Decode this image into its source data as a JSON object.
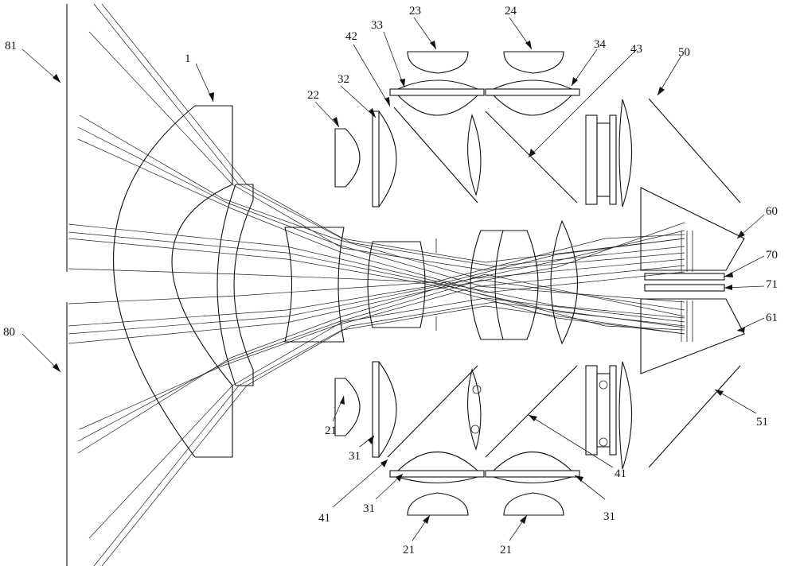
{
  "labels": {
    "l81": "81",
    "l80": "80",
    "l1": "1",
    "l22": "22",
    "l32": "32",
    "l42": "42",
    "l33": "33",
    "l23": "23",
    "l24": "24",
    "l34": "34",
    "l43": "43",
    "l50": "50",
    "l60": "60",
    "l70": "70",
    "l71": "71",
    "l61": "61",
    "l51": "51",
    "l21_left": "21",
    "l31_left": "31",
    "l41_left": "41",
    "l31_bl": "31",
    "l21_bl": "21",
    "l21_br": "21",
    "l31_br": "31",
    "l41_right": "41"
  }
}
